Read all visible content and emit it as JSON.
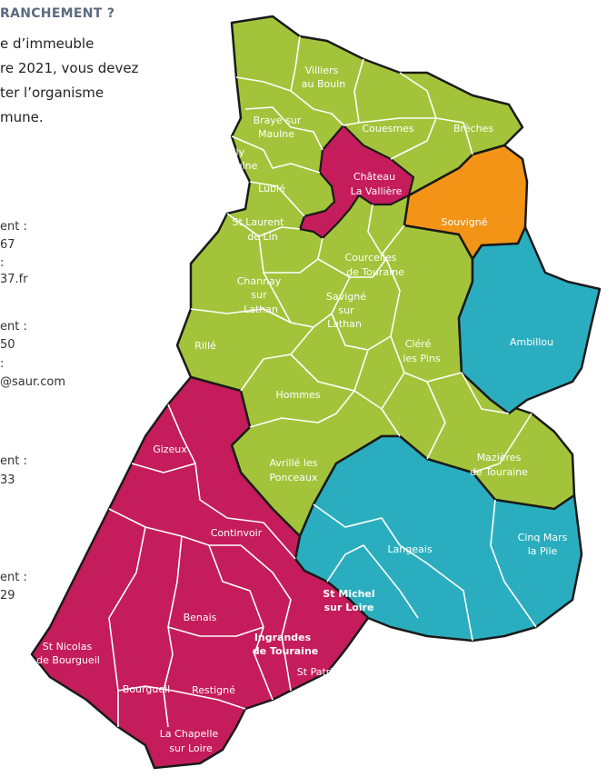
{
  "intro": {
    "heading": "RANCHEMENT ?",
    "lines": [
      "e d’immeuble",
      "re 2021, vous devez",
      "ter l’organisme",
      "mune."
    ]
  },
  "contacts": [
    {
      "label": "ent :",
      "phone": "67",
      "email_label": ":",
      "email": "37.fr"
    },
    {
      "label": "ent :",
      "phone": "50",
      "email_label": ":",
      "email": "@saur.com"
    },
    {
      "label": "ent :",
      "phone": "33"
    },
    {
      "label": "ent :",
      "phone": "29"
    }
  ],
  "colors": {
    "green": "#a3c43a",
    "crimson": "#c51c5b",
    "teal": "#2aaebf",
    "orange": "#f39416",
    "outline": "#1a1a1a"
  },
  "map": {
    "communes": {
      "villiers": [
        "Villiers",
        "au Bouin"
      ],
      "braye": [
        "Braye sur",
        "Maulne"
      ],
      "marcilly": [
        "Marcilly",
        "sur Maulne"
      ],
      "couesmes": [
        "Couesmes"
      ],
      "breches": [
        "Brèches"
      ],
      "lublé": [
        "Lublé"
      ],
      "chateau": [
        "Château",
        "La Vallière"
      ],
      "souvigne": [
        "Souvigné"
      ],
      "stlaurent": [
        "St Laurent",
        "de Lin"
      ],
      "courcelles": [
        "Courcelles",
        "de Touraine"
      ],
      "channay": [
        "Channay",
        "sur",
        "Lathan"
      ],
      "savigne": [
        "Savigné",
        "sur",
        "Lathan"
      ],
      "clere": [
        "Cléré",
        "les Pins"
      ],
      "ambillou": [
        "Ambillou"
      ],
      "rille": [
        "Rillé"
      ],
      "hommes": [
        "Hommes"
      ],
      "gizeux": [
        "Gizeux"
      ],
      "avrille": [
        "Avrillé les",
        "Ponceaux"
      ],
      "mazieres": [
        "Mazières",
        "de Touraine"
      ],
      "continvoir": [
        "Continvoir"
      ],
      "langeais": [
        "Langeais"
      ],
      "cinqmars": [
        "Cinq Mars",
        "la Pile"
      ],
      "stmichel": [
        "St Michel",
        "sur Loire"
      ],
      "benais": [
        "Benais"
      ],
      "ingrandes": [
        "Ingrandes",
        "de Touraine"
      ],
      "stnicolas": [
        "St Nicolas",
        "de Bourgueil"
      ],
      "bourgueil": [
        "Bourgueil"
      ],
      "restigne": [
        "Restigné"
      ],
      "stpatrice": [
        "St Patrice"
      ],
      "lachapelle": [
        "La Chapelle",
        "sur Loire"
      ]
    }
  }
}
